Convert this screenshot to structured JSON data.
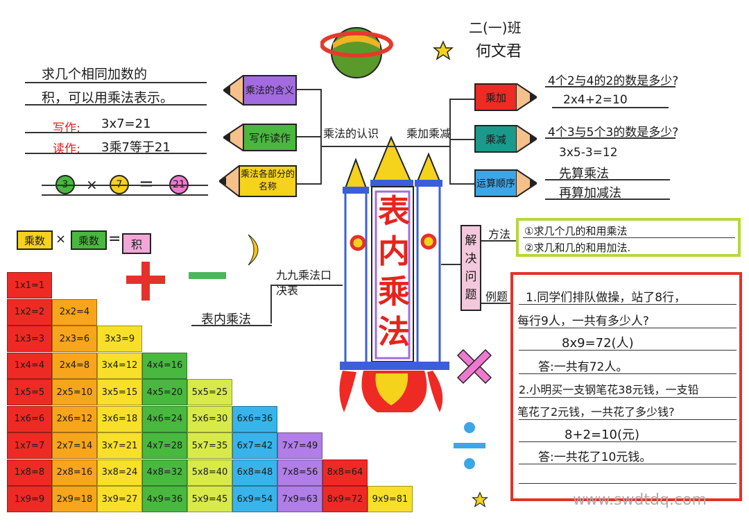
{
  "header": {
    "class_label": "二(一)班",
    "author": "何文君"
  },
  "center": {
    "title_chars": [
      "表",
      "内",
      "乘",
      "法"
    ],
    "branch_top_left": "乘法的认识",
    "branch_top_right": "乘加乘减",
    "branch_left": "九九乘法口决表",
    "branch_bottom_left": "表内乘法",
    "branch_right_vertical": [
      "解",
      "决",
      "问",
      "题"
    ]
  },
  "left_top": {
    "definition_line1": "求几个相同加数的",
    "definition_line2": "积，可以用乘法表示。",
    "write_label": "写作:",
    "write_value": "3x7=21",
    "read_label": "读作:",
    "read_value": "3乘7等于21",
    "pencil_labels": [
      "乘法的含义",
      "写作读作",
      "乘法各部分的名称"
    ],
    "circles": [
      "3",
      "7",
      "21"
    ],
    "times_sign": "×",
    "equals_sign": "=",
    "parts": {
      "factor1": "乘数",
      "factor2": "乘数",
      "product": "积",
      "times": "×",
      "equals": "="
    }
  },
  "right_top": {
    "pencil_labels": [
      "乘加",
      "乘减",
      "运算顺序"
    ],
    "q1": "4个2与4的2的数是多少?",
    "a1": "2x4+2=10",
    "q2": "4个3与5个3的数是多少?",
    "a2": "3x5-3=12",
    "rule1": "先算乘法",
    "rule2": "再算加减法"
  },
  "method": {
    "label": "方法",
    "rule1": "①求几个几的和用乘法",
    "rule2": "②求几和几的和用加法."
  },
  "example": {
    "label": "例题",
    "p1_line1": "1.同学们排队做操，站了8行，",
    "p1_line2": "每行9人，一共有多少人?",
    "p1_eq": "8x9=72(人)",
    "p1_ans": "答:一共有72人。",
    "p2_line1": "2.小明买一支钢笔花38元钱，一支铅",
    "p2_line2": "笔花了2元钱，一共花了多少钱?",
    "p2_eq": "8+2=10(元)",
    "p2_ans": "答:一共花了10元钱。"
  },
  "table": {
    "columns": [
      {
        "color": "#ee2a24",
        "items": [
          "1x1=1",
          "1x2=2",
          "1x3=3",
          "1x4=4",
          "1x5=5",
          "1x6=6",
          "1x7=7",
          "1x8=8",
          "1x9=9"
        ]
      },
      {
        "color": "#f7a51c",
        "items": [
          "2x2=4",
          "2x3=6",
          "2x4=8",
          "2x5=10",
          "2x6=12",
          "2x7=14",
          "2x8=16",
          "2x9=18"
        ]
      },
      {
        "color": "#f8e02a",
        "items": [
          "3x3=9",
          "3x4=12",
          "3x5=15",
          "3x6=18",
          "3x7=21",
          "3x8=24",
          "3x9=27"
        ]
      },
      {
        "color": "#49b83f",
        "items": [
          "4x4=16",
          "4x5=20",
          "4x6=24",
          "4x7=28",
          "4x8=32",
          "4x9=36"
        ]
      },
      {
        "color": "#d8ea4a",
        "items": [
          "5x5=25",
          "5x6=30",
          "5x7=35",
          "5x8=40",
          "5x9=45"
        ]
      },
      {
        "color": "#38b4ea",
        "items": [
          "6x6=36",
          "6x7=42",
          "6x8=48",
          "6x9=54"
        ]
      },
      {
        "color": "#b07ee6",
        "items": [
          "7x7=49",
          "7x8=56",
          "7x9=63"
        ]
      },
      {
        "color": "#ee2a24",
        "items": [
          "8x8=64",
          "8x9=72"
        ]
      },
      {
        "color": "#f8e02a",
        "items": [
          "9x9=81"
        ]
      }
    ]
  },
  "watermark": "www.swdtdq.com",
  "colors": {
    "red": "#e11d1d",
    "rocket_blue": "#3b5fd9",
    "planet_green": "#5a9a2a",
    "planet_orange": "#f0b324",
    "ring_red": "#e53a2a"
  }
}
